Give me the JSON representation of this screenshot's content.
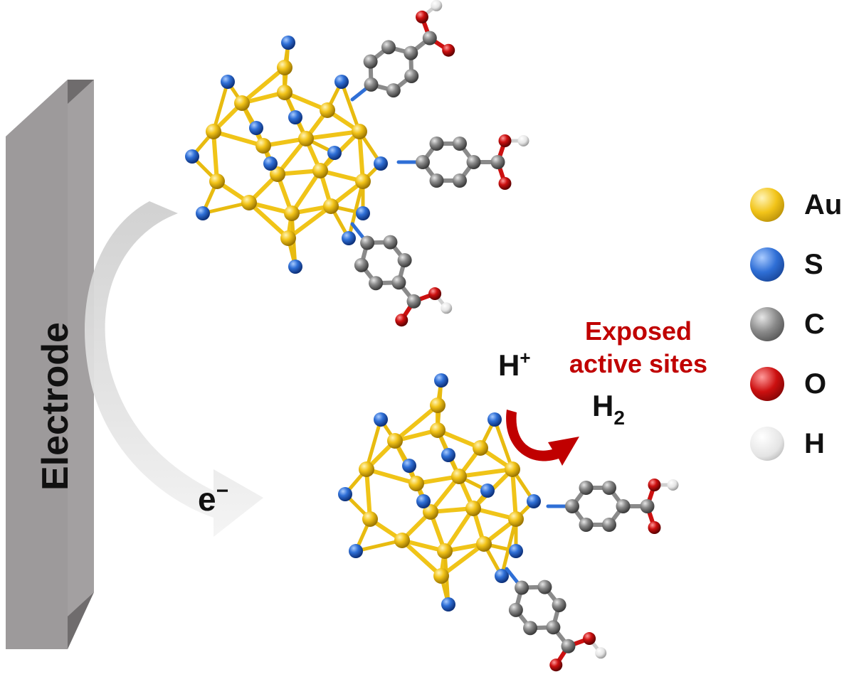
{
  "electrode": {
    "label": "Electrode"
  },
  "electron": {
    "label": "e",
    "charge": "−"
  },
  "proton": {
    "label": "H",
    "charge": "+"
  },
  "hydrogen": {
    "label": "H",
    "subscript": "2"
  },
  "annotation": {
    "line1": "Exposed",
    "line2": "active sites",
    "color": "#c00000"
  },
  "legend": [
    {
      "symbol": "Au",
      "color": "#f2c419",
      "icon": "gold-atom-icon"
    },
    {
      "symbol": "S",
      "color": "#2f6fd6",
      "icon": "sulfur-atom-icon"
    },
    {
      "symbol": "C",
      "color": "#7a7a7a",
      "icon": "carbon-atom-icon"
    },
    {
      "symbol": "O",
      "color": "#cc1010",
      "icon": "oxygen-atom-icon"
    },
    {
      "symbol": "H",
      "color": "#e8e8e8",
      "icon": "hydrogen-atom-icon"
    }
  ],
  "colors": {
    "au": "#f2c419",
    "s": "#2f6fd6",
    "c": "#7a7a7a",
    "o": "#cc1010",
    "h": "#e8e8e8",
    "electrode_front": "#9d9a9b",
    "electrode_side": "#6f6c6d",
    "electrode_top": "#c9c6c7",
    "arrow": "#d6d6d6",
    "red_arrow": "#c00000"
  }
}
